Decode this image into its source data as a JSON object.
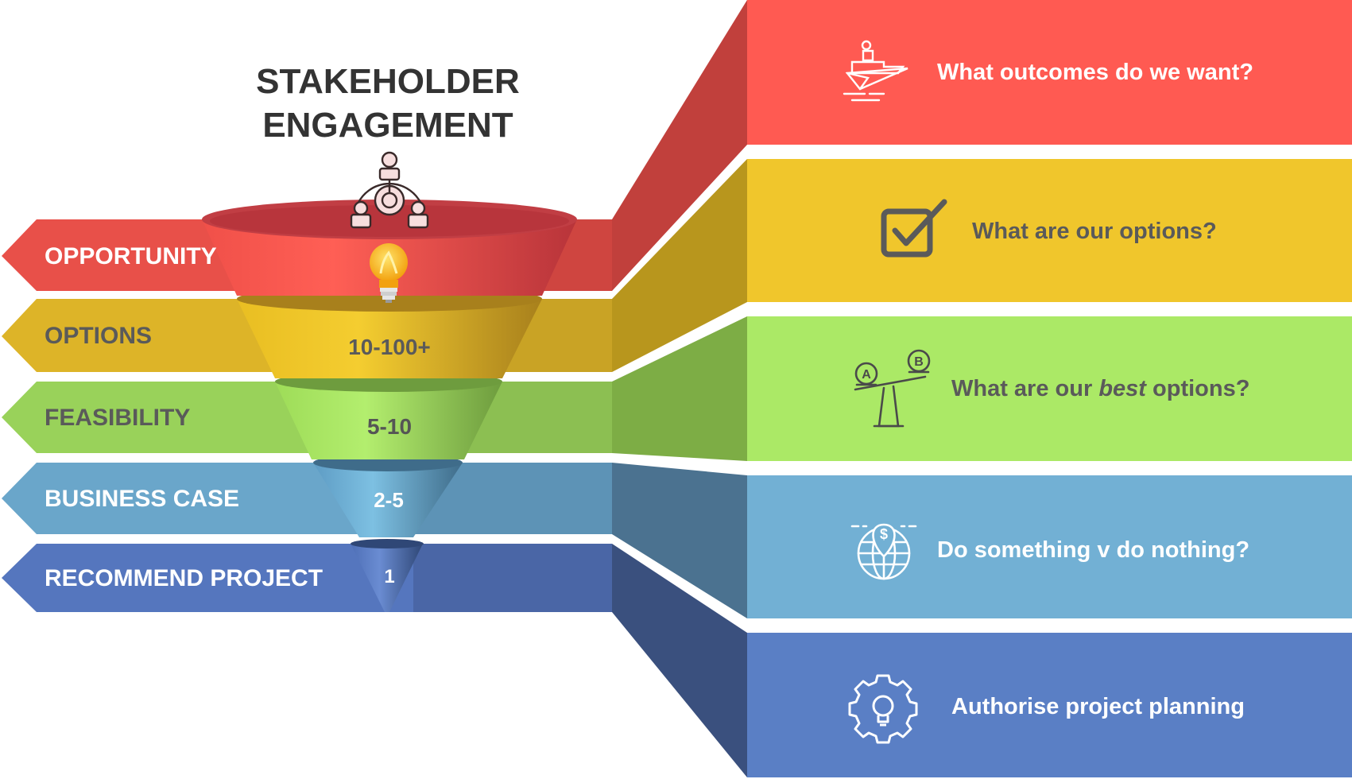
{
  "title": {
    "line1": "STAKEHOLDER",
    "line2": "ENGAGEMENT"
  },
  "colors": {
    "red": "#FF5A52",
    "yellow": "#F0C62C",
    "green": "#ABE966",
    "blue": "#72B0D4",
    "navy": "#5A7FC5",
    "title": "#333333"
  },
  "stages": [
    {
      "label": "OPPORTUNITY",
      "count": "",
      "icon": "lightbulb-icon",
      "answer": "What outcomes do we want?",
      "answer_icon": "paper-plane-icon",
      "label_color": "#ffffff",
      "answer_color": "#ffffff"
    },
    {
      "label": "OPTIONS",
      "count": "10-100+",
      "answer": "What are our options?",
      "answer_icon": "checkbox-icon",
      "label_color": "#5a5a5a",
      "answer_color": "#5a5a5a"
    },
    {
      "label": "FEASIBILITY",
      "count": "5-10",
      "answer_parts": [
        "What are our ",
        "best",
        " options?"
      ],
      "answer_icon": "balance-scale-icon",
      "label_color": "#5a5a5a",
      "answer_color": "#5a5a5a"
    },
    {
      "label": "BUSINESS CASE",
      "count": "2-5",
      "answer": "Do something v do nothing?",
      "answer_icon": "globe-dollar-pin-icon",
      "label_color": "#ffffff",
      "answer_color": "#ffffff"
    },
    {
      "label": "RECOMMEND PROJECT",
      "count": "1",
      "answer": "Authorise project planning",
      "answer_icon": "gear-lightbulb-icon",
      "label_color": "#ffffff",
      "answer_color": "#ffffff"
    }
  ],
  "top_icon": "team-network-icon"
}
